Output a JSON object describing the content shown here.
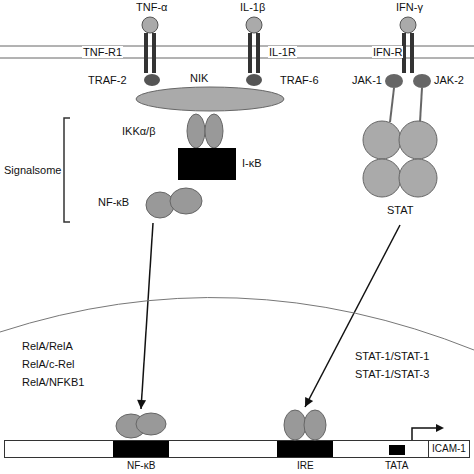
{
  "diagram": {
    "nodes": [
      {
        "text": [
          "NIK"
        ]
      },
      {
        "text": [
          "I-κB"
        ]
      },
      {
        "text": [
          "NF-κB"
        ]
      },
      {
        "text": [
          "STAT"
        ]
      },
      {
        "text": [
          "ICAM-1"
        ]
      },
      {
        "text": [
          "NF-κB"
        ],
        "in": 4
      },
      {
        "text": [
          "IRE"
        ],
        "in": 4
      },
      {
        "text": [
          "TATA"
        ],
        "in": 4
      }
    ],
    "edges": [
      {
        "from": 2,
        "to": 5,
        "arrow": "to"
      },
      {
        "from": 3,
        "to": 6,
        "arrow": "to"
      }
    ],
    "labels": [
      "TNF-α",
      "IL-1β",
      "IFN-γ",
      "TNF-R1",
      "IL-1R",
      "IFN-R",
      "TRAF-2",
      "TRAF-6",
      "JAK-1",
      "JAK-2",
      "IKKα/β",
      "Signalsome",
      "RelA/RelA",
      "RelA/c-Rel",
      "RelA/NFKB1",
      "STAT-1/STAT-1",
      "STAT-1/STAT-3"
    ]
  }
}
